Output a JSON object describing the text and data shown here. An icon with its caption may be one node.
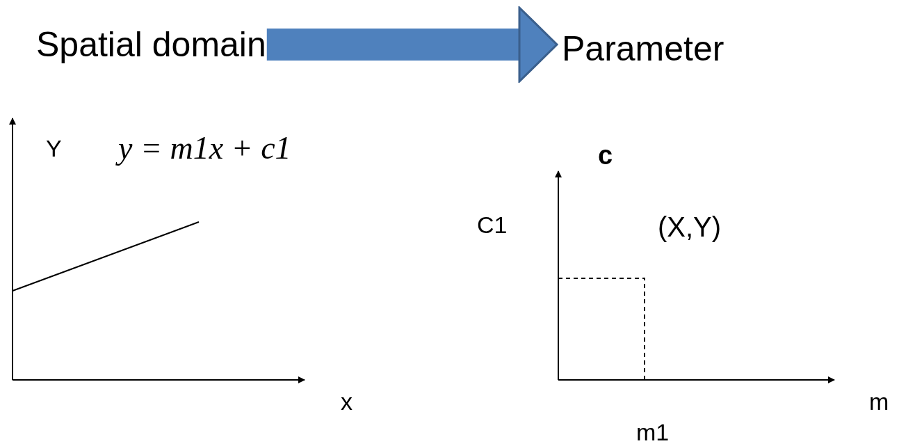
{
  "diagram": {
    "nodes": [
      {
        "text": [
          "Spatial domain"
        ]
      },
      {
        "text": [
          "Parameter"
        ]
      }
    ],
    "edges": [
      {
        "from": 0,
        "to": 1,
        "arrow": "to"
      }
    ],
    "labels": [
      "Y",
      "y = m1x + c1",
      "c",
      "C1",
      "(X,Y)",
      "x",
      "m",
      "m1"
    ]
  }
}
